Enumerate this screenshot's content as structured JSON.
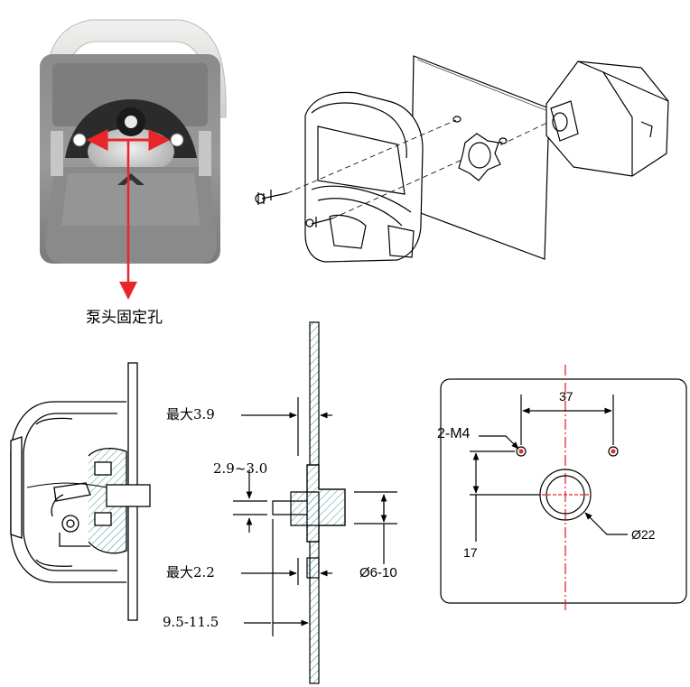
{
  "photo": {
    "caption": "泵头固定孔",
    "arrow_color": "#e8262a"
  },
  "side_section": {
    "max_gap_top": "最大3.9",
    "shaft_gap": "2.9~3.0",
    "max_gap_bottom": "最大2.2",
    "shaft_diameter": "Ø6-10",
    "mount_offset": "9.5-11.5"
  },
  "panel_cutout": {
    "hole_spacing": "37",
    "thread_holes": "2-M4",
    "vertical_offset": "17",
    "bore_diameter": "Ø22",
    "centerline_color": "#e8262a"
  }
}
